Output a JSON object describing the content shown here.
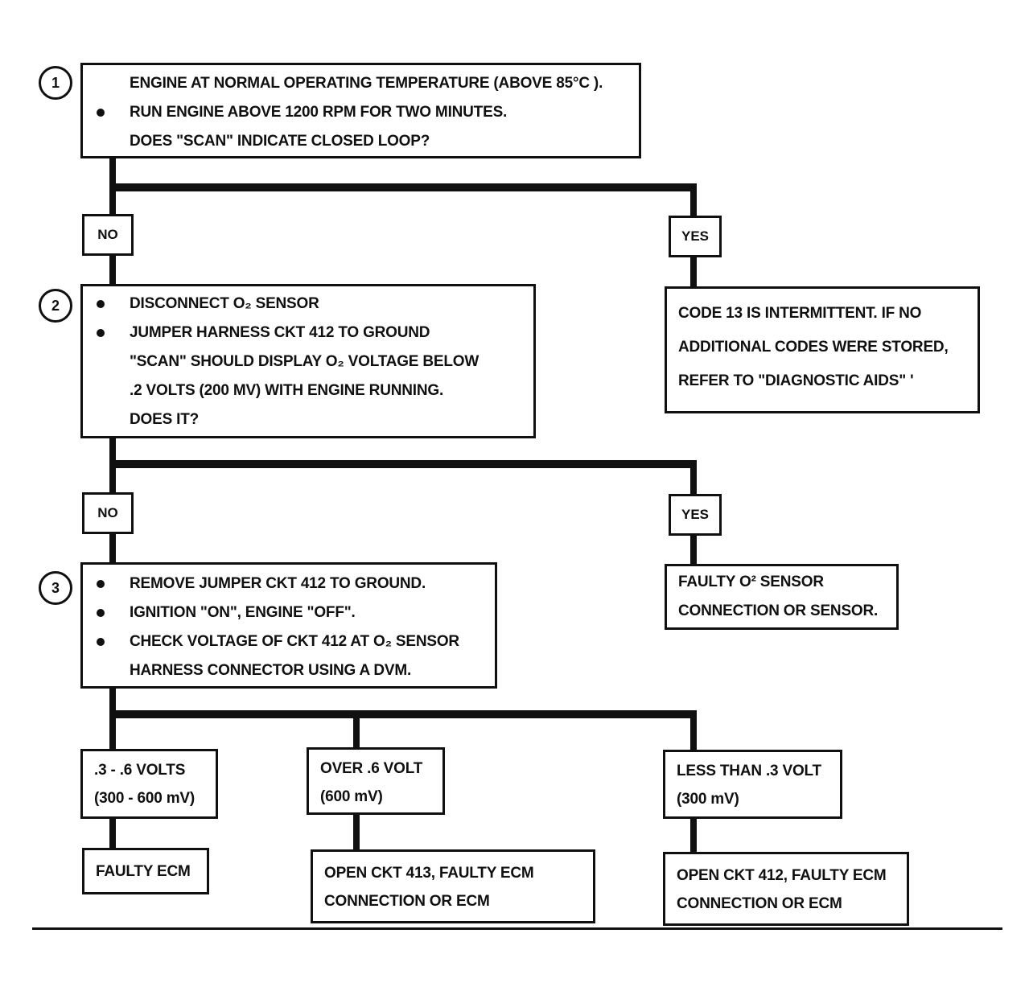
{
  "colors": {
    "ink": "#101010",
    "paper": "#ffffff"
  },
  "steps": {
    "n1": "1",
    "n2": "2",
    "n3": "3"
  },
  "decisions": {
    "no1": "NO",
    "yes1": "YES",
    "no2": "NO",
    "yes2": "YES"
  },
  "box1": {
    "l1": "ENGINE AT NORMAL OPERATING TEMPERATURE (ABOVE 85°C ).",
    "l2": "RUN ENGINE ABOVE 1200 RPM FOR TWO MINUTES.",
    "l3": "DOES \"SCAN\" INDICATE CLOSED LOOP?"
  },
  "code13": {
    "l1": "CODE 13 IS INTERMITTENT.  IF NO",
    "l2": "ADDITIONAL CODES WERE STORED,",
    "l3": "REFER TO  \"DIAGNOSTIC AIDS\" '"
  },
  "box2": {
    "l1": "DISCONNECT O₂ SENSOR",
    "l2": "JUMPER HARNESS CKT 412 TO GROUND",
    "l3": "\"SCAN\"  SHOULD DISPLAY O₂ VOLTAGE BELOW",
    "l4": ".2  VOLTS  (200 MV) WITH ENGINE RUNNING.",
    "l5": "DOES IT?"
  },
  "faulty_sensor": {
    "l1": "FAULTY O² SENSOR",
    "l2": "CONNECTION OR SENSOR."
  },
  "box3": {
    "l1": "REMOVE JUMPER CKT 412 TO GROUND.",
    "l2": "IGNITION \"ON\",  ENGINE  \"OFF\".",
    "l3": "CHECK VOLTAGE OF CKT 412 AT O₂ SENSOR",
    "l4": "HARNESS CONNECTOR USING A DVM."
  },
  "volt_left": {
    "l1": ".3 - .6 VOLTS",
    "l2": "(300 - 600 mV)"
  },
  "volt_mid": {
    "l1": "OVER .6  VOLT",
    "l2": "(600 mV)"
  },
  "volt_right": {
    "l1": "LESS THAN .3 VOLT",
    "l2": "(300 mV)"
  },
  "result_left": {
    "l1": "FAULTY ECM"
  },
  "result_mid": {
    "l1": "OPEN CKT 413, FAULTY ECM",
    "l2": "CONNECTION OR ECM"
  },
  "result_right": {
    "l1": "OPEN CKT 412, FAULTY ECM",
    "l2": "CONNECTION OR ECM"
  }
}
